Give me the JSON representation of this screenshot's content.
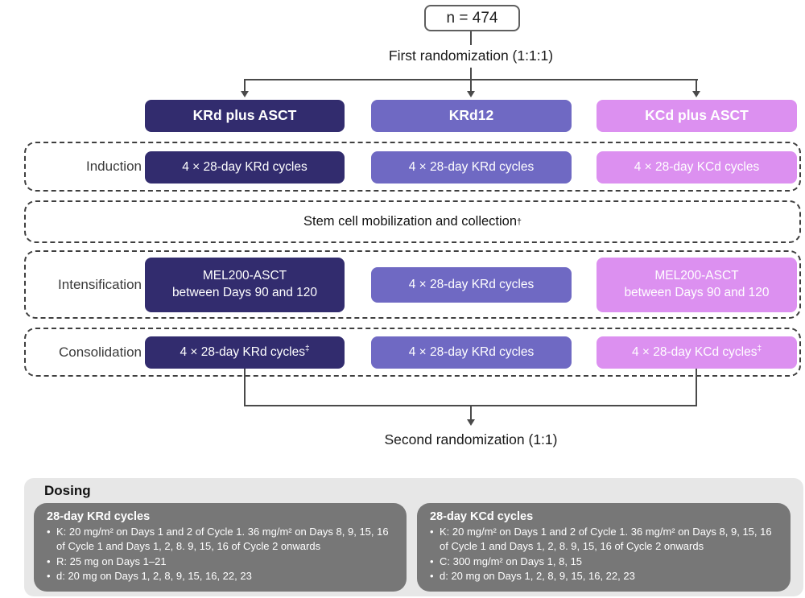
{
  "colors": {
    "arm1_dark_navy": "#322c6e",
    "arm2_medium_purple": "#6f69c3",
    "arm3_light_orchid": "#dc90f0",
    "connector_line": "#4a4a4a",
    "dosing_panel_bg": "#e7e7e7",
    "dosing_card_bg": "#777777"
  },
  "flow": {
    "enrollment": "n = 474",
    "first_randomization": "First randomization (1:1:1)",
    "second_randomization": "Second randomization (1:1)",
    "arms": [
      "KRd plus ASCT",
      "KRd12",
      "KCd plus ASCT"
    ],
    "phases": {
      "induction": {
        "label": "Induction",
        "cells": [
          "4 × 28-day KRd cycles",
          "4 × 28-day KRd cycles",
          "4 × 28-day KCd cycles"
        ]
      },
      "stem_cell": {
        "text": "Stem cell mobilization and collection",
        "marker": "†"
      },
      "intensification": {
        "label": "Intensification",
        "cells": [
          "MEL200-ASCT\nbetween Days 90 and 120",
          "4 × 28-day KRd cycles",
          "MEL200-ASCT\nbetween Days 90 and 120"
        ]
      },
      "consolidation": {
        "label": "Consolidation",
        "cells": [
          "4 × 28-day KRd cycles",
          "4 × 28-day KRd cycles",
          "4 × 28-day KCd cycles"
        ],
        "markers": [
          "‡",
          "",
          "‡"
        ]
      }
    }
  },
  "dosing": {
    "title": "Dosing",
    "bullet": "•",
    "cards": [
      {
        "title": "28-day KRd cycles",
        "items": [
          "K: 20 mg/m² on Days 1 and 2 of Cycle 1. 36 mg/m² on Days 8, 9, 15, 16 of Cycle 1 and Days 1, 2, 8. 9, 15, 16 of Cycle 2 onwards",
          "R: 25 mg on Days 1–21",
          "d: 20 mg on Days 1, 2, 8, 9, 15, 16, 22, 23"
        ]
      },
      {
        "title": "28-day KCd cycles",
        "items": [
          "K: 20 mg/m² on Days 1 and 2 of Cycle 1. 36 mg/m² on Days 8, 9, 15, 16 of Cycle 1 and Days 1, 2, 8. 9, 15, 16 of Cycle 2 onwards",
          "C: 300 mg/m² on Days 1, 8, 15",
          "d: 20 mg on Days 1, 2, 8, 9, 15, 16, 22, 23"
        ]
      }
    ]
  }
}
